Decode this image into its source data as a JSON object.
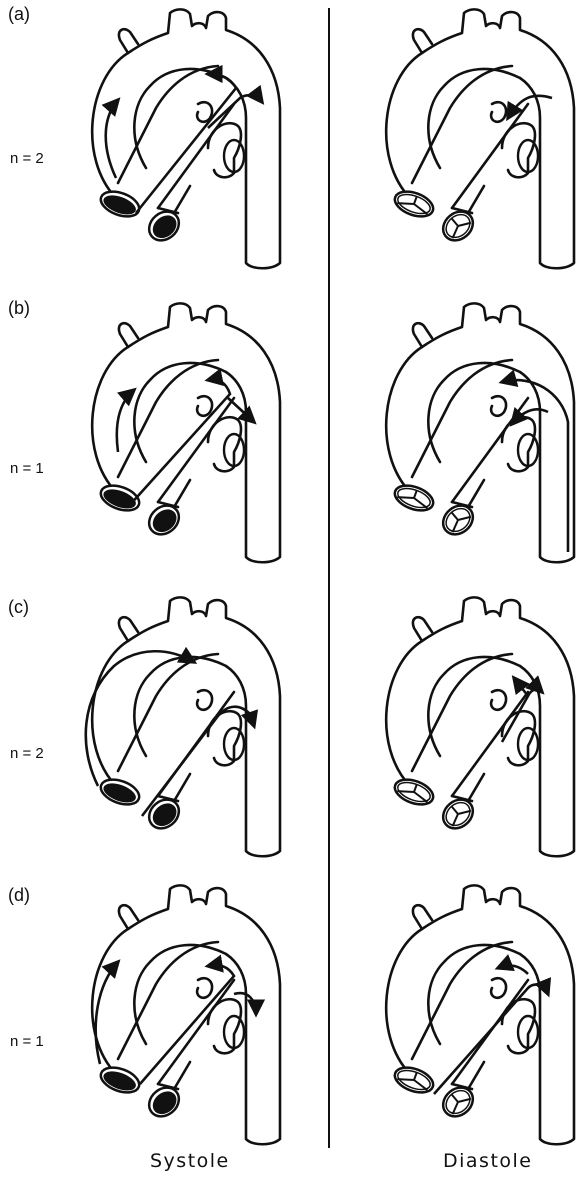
{
  "panels": [
    {
      "label": "(a)",
      "n": "n = 2",
      "systole_arrows": "a",
      "diastole_arrows": "a"
    },
    {
      "label": "(b)",
      "n": "n = 1",
      "systole_arrows": "b",
      "diastole_arrows": "b"
    },
    {
      "label": "(c)",
      "n": "n = 2",
      "systole_arrows": "c",
      "diastole_arrows": "c"
    },
    {
      "label": "(d)",
      "n": "n = 1",
      "systole_arrows": "d",
      "diastole_arrows": "d"
    }
  ],
  "columns": {
    "systole": "Systole",
    "diastole": "Diastole"
  },
  "colors": {
    "ink": "#111111",
    "paper": "#ffffff"
  }
}
